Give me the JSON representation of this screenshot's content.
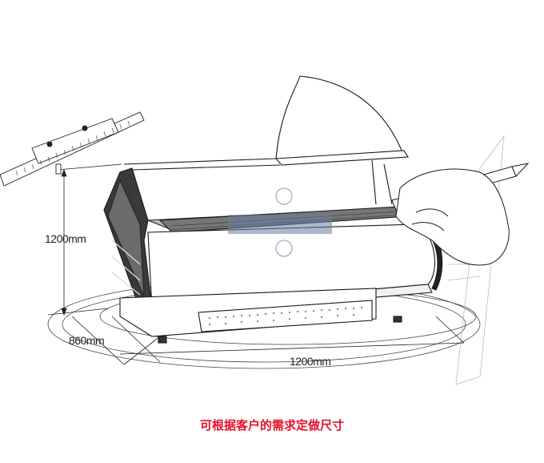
{
  "dimensions": {
    "height_label": "1200mm",
    "depth_label": "860mm",
    "width_label": "1200mm"
  },
  "caption": {
    "text": "可根据客户的需求定做尺寸",
    "color": "#e8102a"
  },
  "colors": {
    "ink": "#1a1a1a",
    "watermark": "#6a7da3"
  },
  "icons": [
    "measuring-ruler-icon",
    "pencil-hand-icon",
    "display-cabinet-icon",
    "watermark-logo-icon"
  ]
}
